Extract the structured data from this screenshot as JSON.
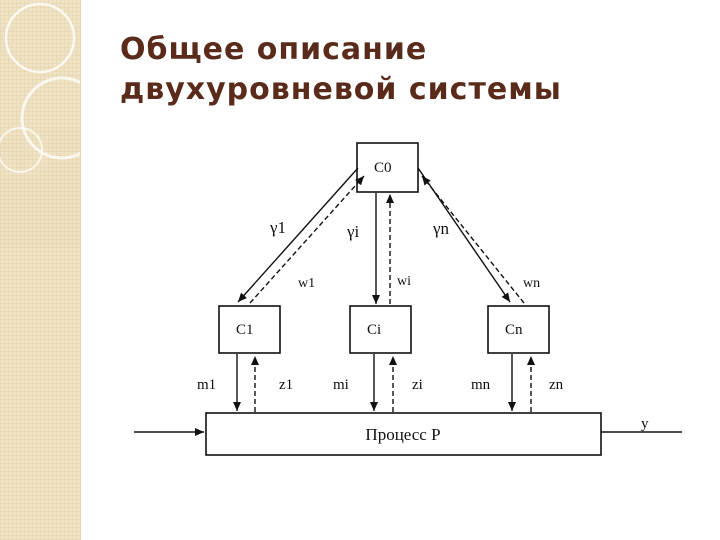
{
  "slide": {
    "title_line1": "Общее описание",
    "title_line2": "двухуровневой системы"
  },
  "diagram": {
    "top_node": "C0",
    "nodes": [
      {
        "label": "C1"
      },
      {
        "label": "Ci"
      },
      {
        "label": "Cn"
      }
    ],
    "process": "Процесс P",
    "output": "y",
    "coordination_signals": [
      "γ1",
      "γi",
      "γn"
    ],
    "feedback_signals": [
      "w1",
      "wi",
      "wn"
    ],
    "control_signals": [
      "m1",
      "mi",
      "mn"
    ],
    "measurement_signals": [
      "z1",
      "zi",
      "zn"
    ]
  }
}
